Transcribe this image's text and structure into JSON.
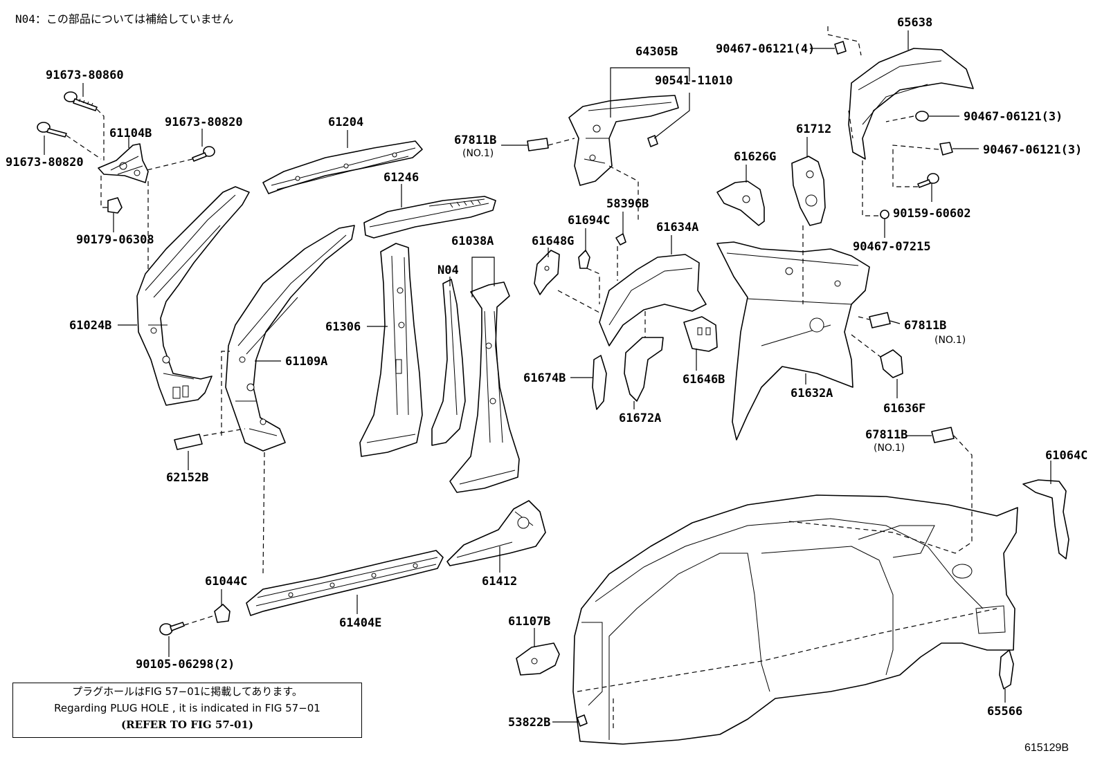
{
  "note_top": "N04：この部品については補給していません",
  "note_box": {
    "jp": "プラグホールはFIG 57−01に掲載してあります。",
    "en": "Regarding PLUG HOLE , it is indicated in FIG 57−01",
    "ref": "(REFER TO FIG 57-01)"
  },
  "figure_code": "615129B",
  "labels": {
    "p91673_80860": "91673-80860",
    "p61104B": "61104B",
    "p91673_80820_a": "91673-80820",
    "p91673_80820_b": "91673-80820",
    "p90179_06308": "90179-06308",
    "p61204": "61204",
    "p61246": "61246",
    "p61024B": "61024B",
    "p61109A": "61109A",
    "p62152B": "62152B",
    "p61306": "61306",
    "p61038A": "61038A",
    "pN04": "N04",
    "p61044C": "61044C",
    "p61404E": "61404E",
    "p61412": "61412",
    "p90105_06298": "90105-06298(2)",
    "p64305B": "64305B",
    "p90541_11010": "90541-11010",
    "p67811B_1": "67811B",
    "p67811B_1_sub": "(NO.1)",
    "p61648G": "61648G",
    "p61694C": "61694C",
    "p58396B": "58396B",
    "p61634A": "61634A",
    "p61674B": "61674B",
    "p61672A": "61672A",
    "p61646B": "61646B",
    "p61626G": "61626G",
    "p61712": "61712",
    "p61632A": "61632A",
    "p65638": "65638",
    "p90467_06121_4": "90467-06121(4)",
    "p90467_06121_3a": "90467-06121(3)",
    "p90467_06121_3b": "90467-06121(3)",
    "p90159_60602": "90159-60602",
    "p90467_07215": "90467-07215",
    "p67811B_2": "67811B",
    "p67811B_2_sub": "(NO.1)",
    "p61636F": "61636F",
    "p67811B_3": "67811B",
    "p67811B_3_sub": "(NO.1)",
    "p61064C": "61064C",
    "p61107B": "61107B",
    "p53822B": "53822B",
    "p65566": "65566"
  }
}
